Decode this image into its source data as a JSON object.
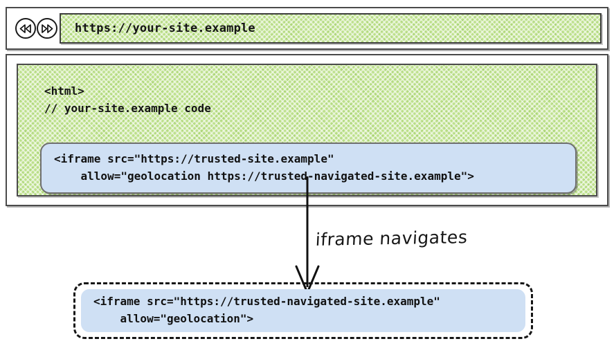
{
  "diagram": {
    "title": "iframe permissions policy navigation",
    "colors": {
      "green_page": "#bce08a",
      "blue_iframe": "#cfe0f4",
      "border_dark": "#4a4a4a",
      "ink": "#141414"
    }
  },
  "browser": {
    "nav": {
      "back_label": "back-button",
      "forward_label": "forward-button"
    },
    "url_bar": {
      "value": "https://your-site.example",
      "placeholder": "Enter address"
    }
  },
  "page": {
    "code_lines": "<html>\n// your-site.example code",
    "embedded_iframe": {
      "code": "<iframe src=\"https://trusted-site.example\"\n    allow=\"geolocation https://trusted-navigated-site.example\">"
    }
  },
  "annotation": {
    "arrow_label": "iframe navigates"
  },
  "navigated": {
    "iframe": {
      "code": "<iframe src=\"https://trusted-navigated-site.example\"\n    allow=\"geolocation\">"
    }
  }
}
